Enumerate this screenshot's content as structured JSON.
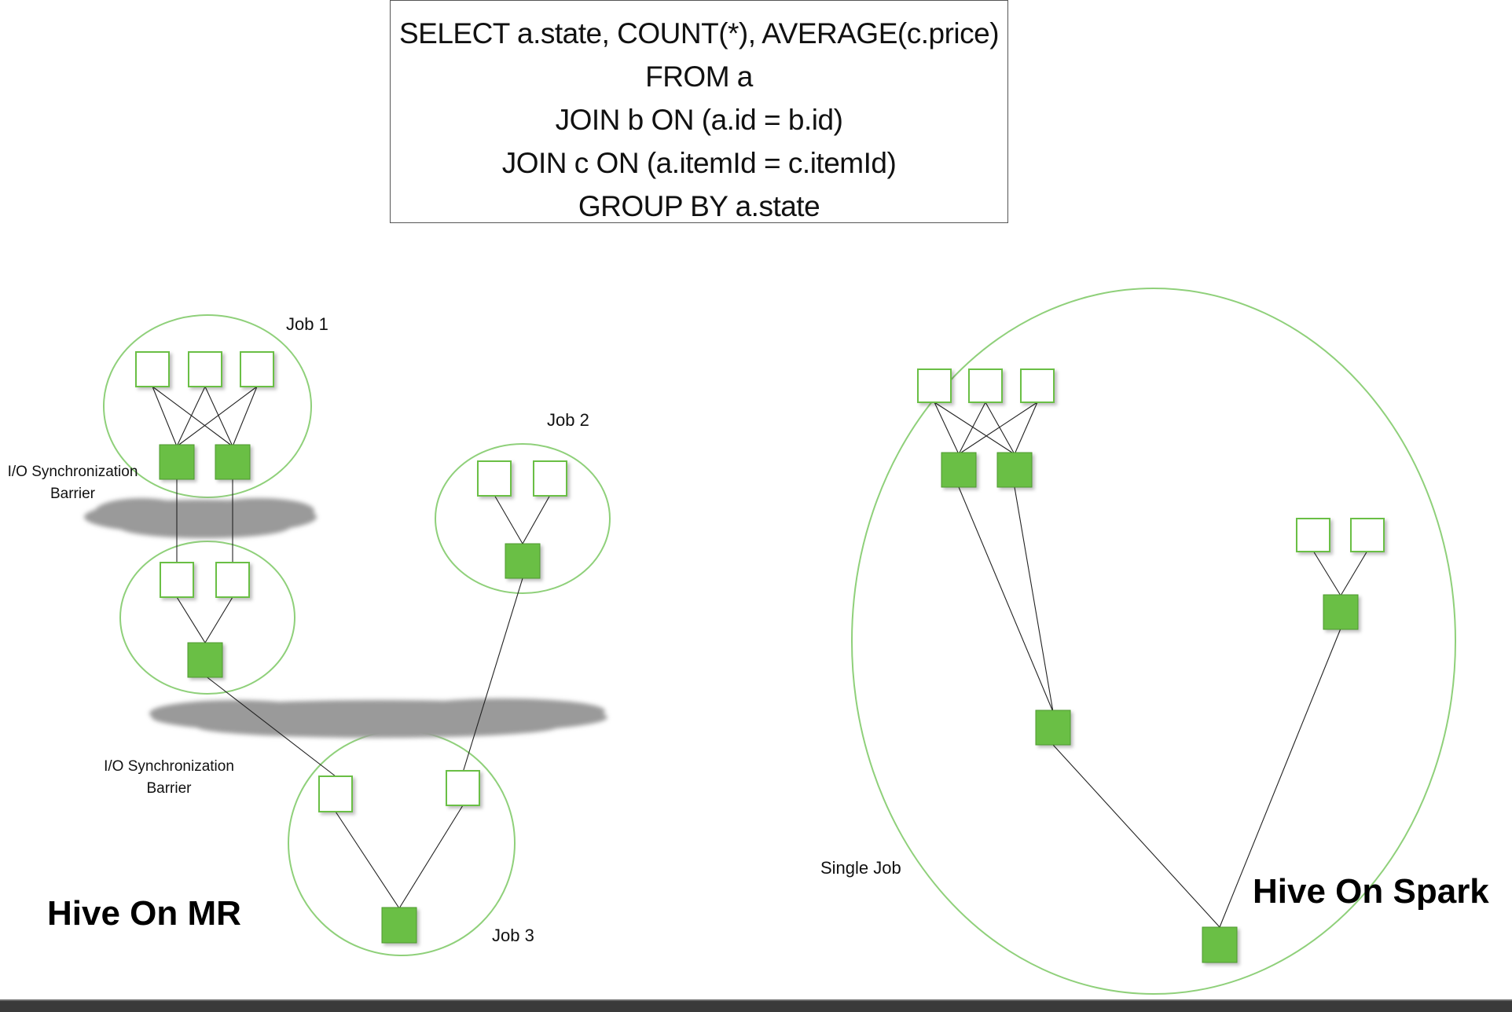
{
  "query": {
    "lines": [
      "SELECT a.state, COUNT(*), AVERAGE(c.price)",
      "FROM a",
      "JOIN b ON (a.id = b.id)",
      "JOIN c ON (a.itemId = c.itemId)",
      "GROUP BY a.state"
    ]
  },
  "mr": {
    "title": "Hive On MR",
    "job1_label": "Job 1",
    "job2_label": "Job 2",
    "job3_label": "Job 3",
    "barrier1_line1": "I/O Synchronization",
    "barrier1_line2": "Barrier",
    "barrier2_line1": "I/O Synchronization",
    "barrier2_line2": "Barrier"
  },
  "spark": {
    "title": "Hive On Spark",
    "single_job_label": "Single Job"
  },
  "colors": {
    "task_fill": "#6abf45",
    "task_stroke": "#4e9a2f",
    "job_outline": "#8fd07a",
    "barrier_cloud": "#9a9a9a",
    "edge": "#222222"
  }
}
